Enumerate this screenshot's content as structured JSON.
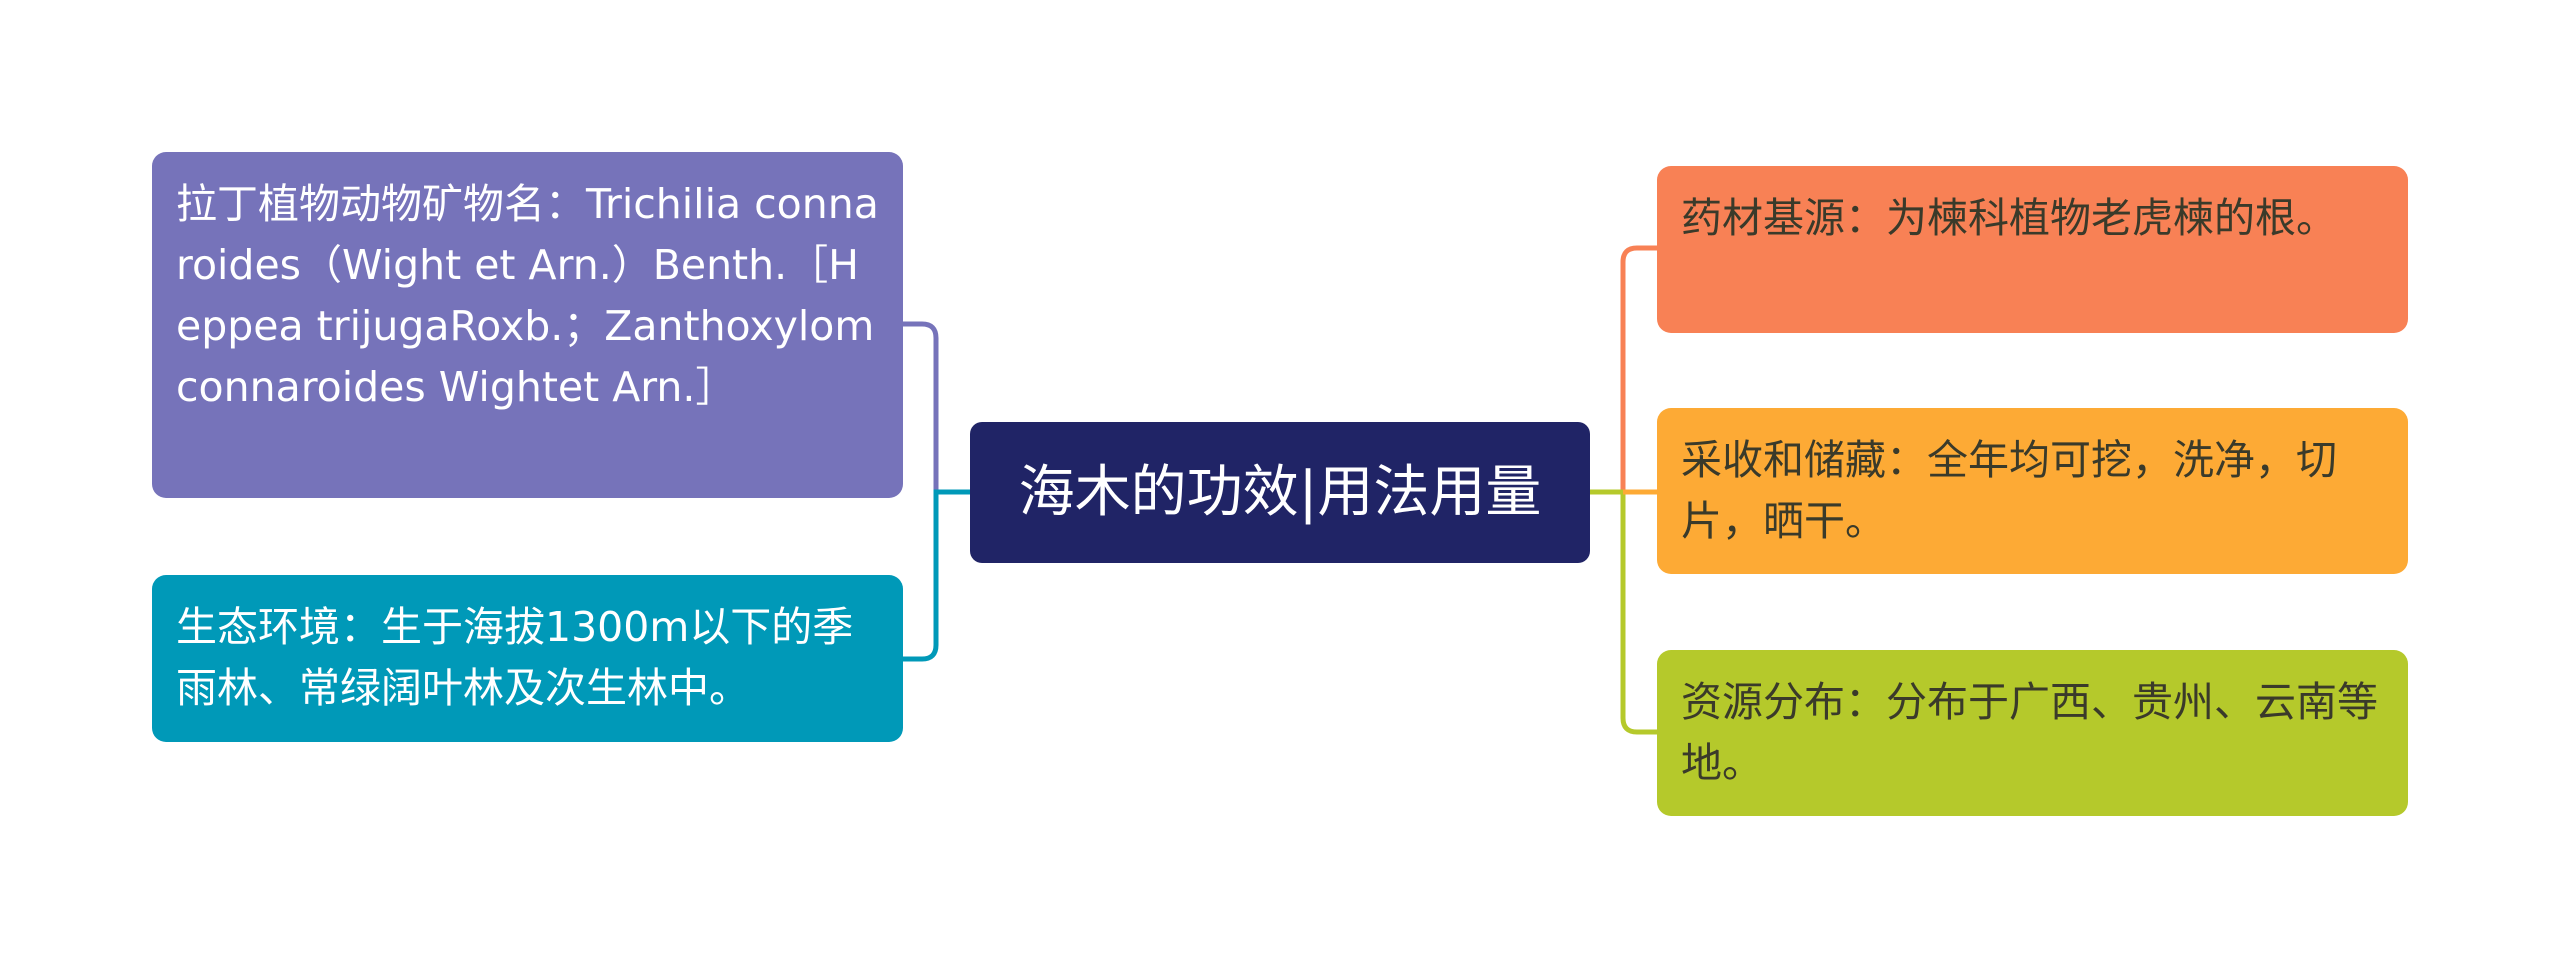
{
  "mindmap": {
    "root": {
      "label": "海木的功效|用法用量",
      "color": "#202466"
    },
    "left_branches": [
      {
        "label": "拉丁植物动物矿物名：Trichilia connaroides（Wight et Arn.）Benth.［Heppea trijugaRoxb.；Zanthoxylom connaroides Wightet Arn.］",
        "color": "#7673ba",
        "text_color": "#ffffff"
      },
      {
        "label": "生态环境：生于海拔1300m以下的季雨林、常绿阔叶林及次生林中。",
        "color": "#0099b8",
        "text_color": "#ffffff"
      }
    ],
    "right_branches": [
      {
        "label": "药材基源：为楝科植物老虎楝的根。",
        "color": "#f88155",
        "text_color": "#3a3a2a"
      },
      {
        "label": "采收和储藏：全年均可挖，洗净，切片，晒干。",
        "color": "#fdaa35",
        "text_color": "#3a3a2a"
      },
      {
        "label": "资源分布：分布于广西、贵州、云南等地。",
        "color": "#b5c92b",
        "text_color": "#3a3a2a"
      }
    ]
  }
}
